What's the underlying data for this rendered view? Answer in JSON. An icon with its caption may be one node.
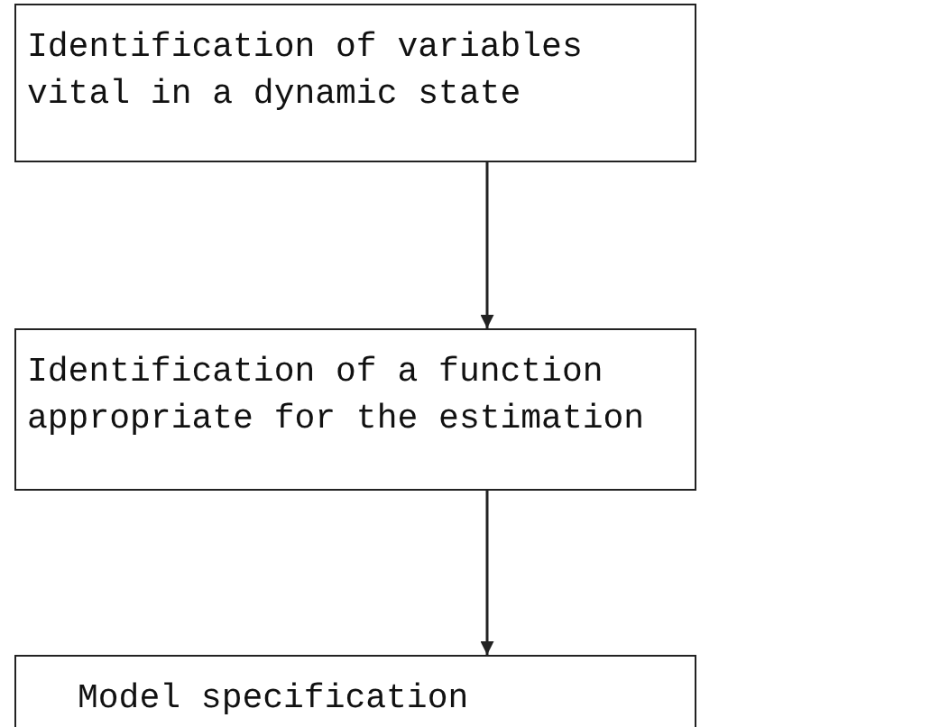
{
  "diagram": {
    "nodes": [
      {
        "text": [
          "Identification of variables vital in a dynamic state"
        ]
      },
      {
        "text": [
          "Identification of a function appropriate for the estimation"
        ]
      },
      {
        "text": [
          "Model specification"
        ]
      }
    ],
    "edges": [
      {
        "from": 0,
        "to": 1,
        "arrow": "to"
      },
      {
        "from": 1,
        "to": 2,
        "arrow": "to"
      }
    ]
  }
}
